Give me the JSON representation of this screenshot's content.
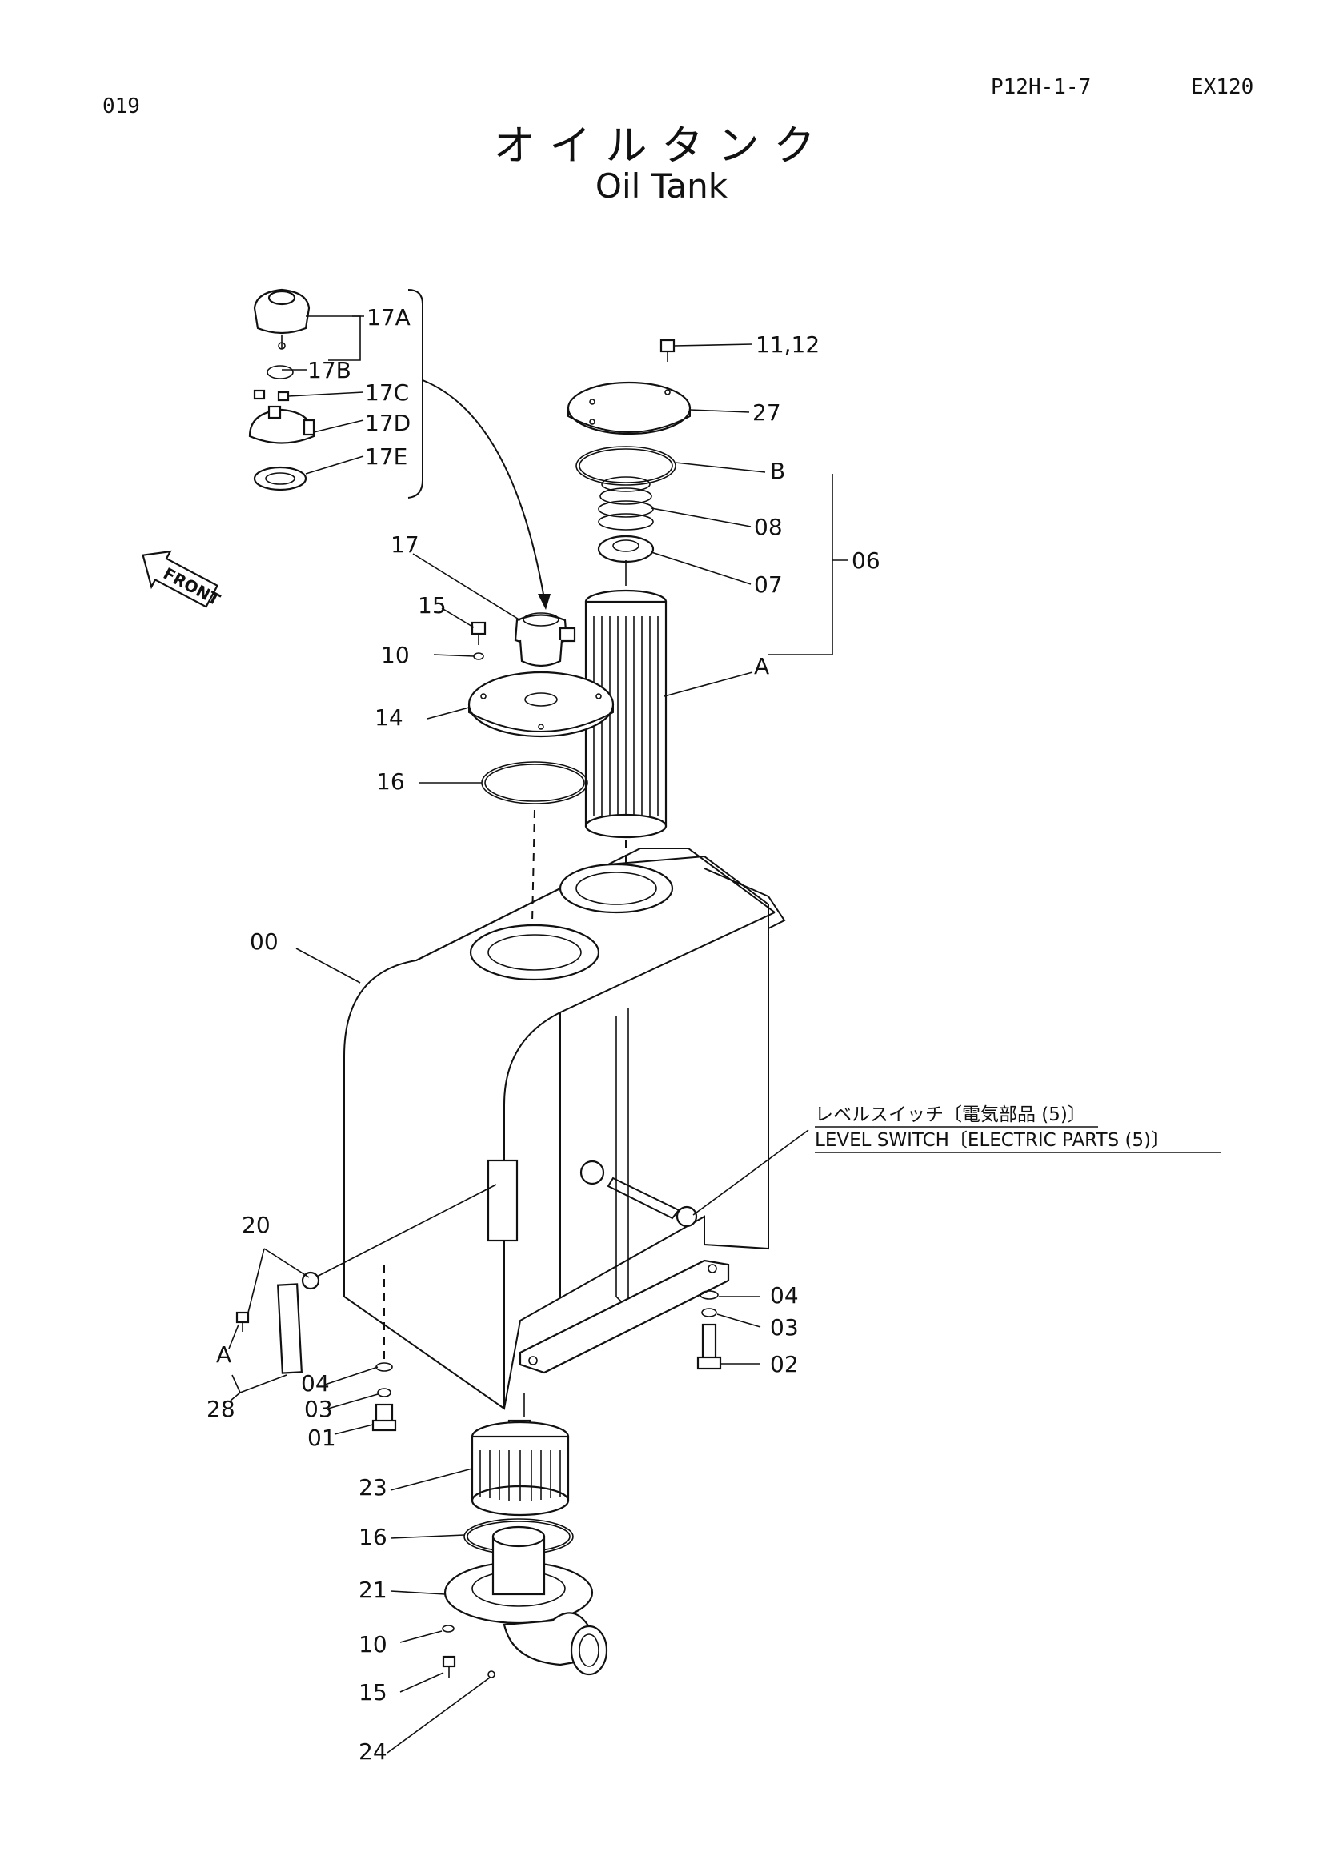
{
  "header": {
    "page_no": "019",
    "catalog_code": "P12H-1-7",
    "model": "EX120"
  },
  "title": {
    "japanese": "オイルタンク",
    "english": "Oil Tank"
  },
  "front_marker": "FRONT",
  "level_switch": {
    "jp": "レベルスイッチ〔電気部品 (5)〕",
    "en": "LEVEL SWITCH〔ELECTRIC PARTS (5)〕"
  },
  "callouts": {
    "p17a": "17A",
    "p17b": "17B",
    "p17c": "17C",
    "p17d": "17D",
    "p17e": "17E",
    "p11_12": "11,12",
    "p27": "27",
    "pB": "B",
    "p08": "08",
    "p07": "07",
    "p06": "06",
    "pA_top": "A",
    "p17": "17",
    "p15_top": "15",
    "p10_top": "10",
    "p14": "14",
    "p16_top": "16",
    "p00": "00",
    "p20": "20",
    "pA_left": "A",
    "p28": "28",
    "p04_left": "04",
    "p03_left": "03",
    "p01": "01",
    "p04_right": "04",
    "p03_right": "03",
    "p02": "02",
    "p23": "23",
    "p16_bot": "16",
    "p21": "21",
    "p10_bot": "10",
    "p15_bot": "15",
    "p24": "24"
  }
}
